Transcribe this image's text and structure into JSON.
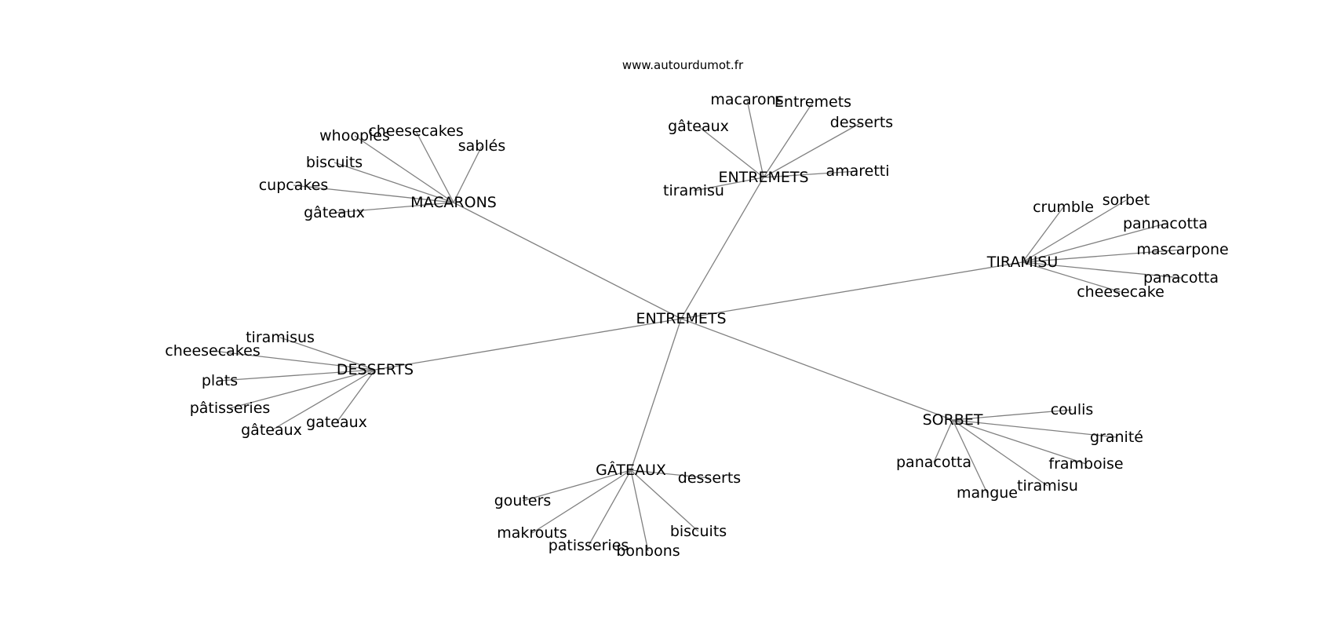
{
  "source": "www.autourdumot.fr",
  "center": "ENTREMETS",
  "clusters": [
    {
      "label": "MACARONS",
      "words": [
        "cheesecakes",
        "sablés",
        "whoopies",
        "biscuits",
        "cupcakes",
        "gâteaux"
      ]
    },
    {
      "label": "ENTREMETS",
      "words": [
        "macarons",
        "Entremets",
        "gâteaux",
        "desserts",
        "amaretti",
        "tiramisu"
      ]
    },
    {
      "label": "TIRAMISU",
      "words": [
        "crumble",
        "sorbet",
        "pannacotta",
        "mascarpone",
        "panacotta",
        "cheesecake"
      ]
    },
    {
      "label": "DESSERTS",
      "words": [
        "tiramisus",
        "cheesecakes",
        "plats",
        "pâtisseries",
        "gâteaux",
        "gateaux"
      ]
    },
    {
      "label": "SORBET",
      "words": [
        "coulis",
        "granité",
        "framboise",
        "tiramisu",
        "mangue",
        "panacotta"
      ]
    },
    {
      "label": "GÂTEAUX",
      "words": [
        "desserts",
        "gouters",
        "makrouts",
        "patisseries",
        "bonbons",
        "biscuits"
      ]
    }
  ]
}
